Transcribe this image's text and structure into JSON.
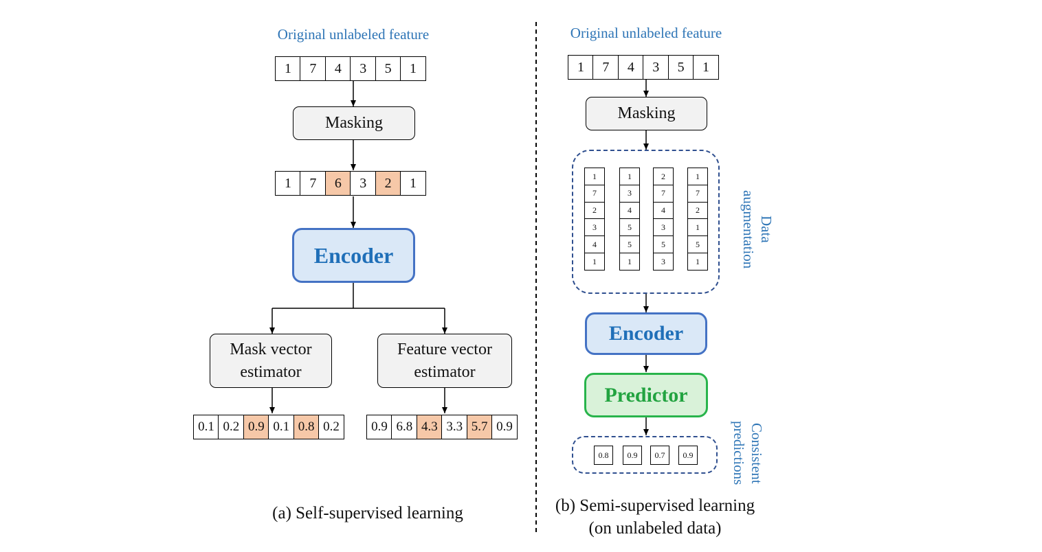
{
  "left": {
    "title": "Original unlabeled feature",
    "input_values": [
      "1",
      "7",
      "4",
      "3",
      "5",
      "1"
    ],
    "masking_label": "Masking",
    "masked_values": [
      "1",
      "7",
      "6",
      "3",
      "2",
      "1"
    ],
    "masked_highlight": [
      2,
      4
    ],
    "encoder_label": "Encoder",
    "mask_estimator_line1": "Mask vector",
    "mask_estimator_line2": "estimator",
    "feature_estimator_line1": "Feature vector",
    "feature_estimator_line2": "estimator",
    "mask_output": [
      "0.1",
      "0.2",
      "0.9",
      "0.1",
      "0.8",
      "0.2"
    ],
    "mask_output_highlight": [
      2,
      4
    ],
    "feature_output": [
      "0.9",
      "6.8",
      "4.3",
      "3.3",
      "5.7",
      "0.9"
    ],
    "feature_output_highlight": [
      2,
      4
    ],
    "caption": "(a) Self-supervised learning"
  },
  "right": {
    "title": "Original unlabeled feature",
    "input_values": [
      "1",
      "7",
      "4",
      "3",
      "5",
      "1"
    ],
    "masking_label": "Masking",
    "augmented_columns": [
      {
        "values": [
          "1",
          "7",
          "2",
          "3",
          "4",
          "1"
        ],
        "highlight": [
          2,
          4
        ]
      },
      {
        "values": [
          "1",
          "3",
          "4",
          "5",
          "5",
          "1"
        ],
        "highlight": [
          1,
          3
        ]
      },
      {
        "values": [
          "2",
          "7",
          "4",
          "3",
          "5",
          "3"
        ],
        "highlight": [
          0,
          5
        ]
      },
      {
        "values": [
          "1",
          "7",
          "2",
          "1",
          "5",
          "1"
        ],
        "highlight": [
          2,
          3
        ]
      }
    ],
    "augmentation_label_line1": "Data",
    "augmentation_label_line2": "augmentation",
    "encoder_label": "Encoder",
    "predictor_label": "Predictor",
    "predictions": [
      "0.8",
      "0.9",
      "0.7",
      "0.9"
    ],
    "predictions_label_line1": "Consistent",
    "predictions_label_line2": "predictions",
    "caption_line1": "(b) Semi-supervised learning",
    "caption_line2": "(on unlabeled data)"
  },
  "colors": {
    "title_blue": "#2e75b6",
    "highlight": "#f6c8a8",
    "encoder_fill": "#dae8f7",
    "encoder_border": "#4472c4",
    "predictor_fill": "#d9f2d9",
    "predictor_border": "#28b44b",
    "dash_border": "#2f4f8f"
  }
}
